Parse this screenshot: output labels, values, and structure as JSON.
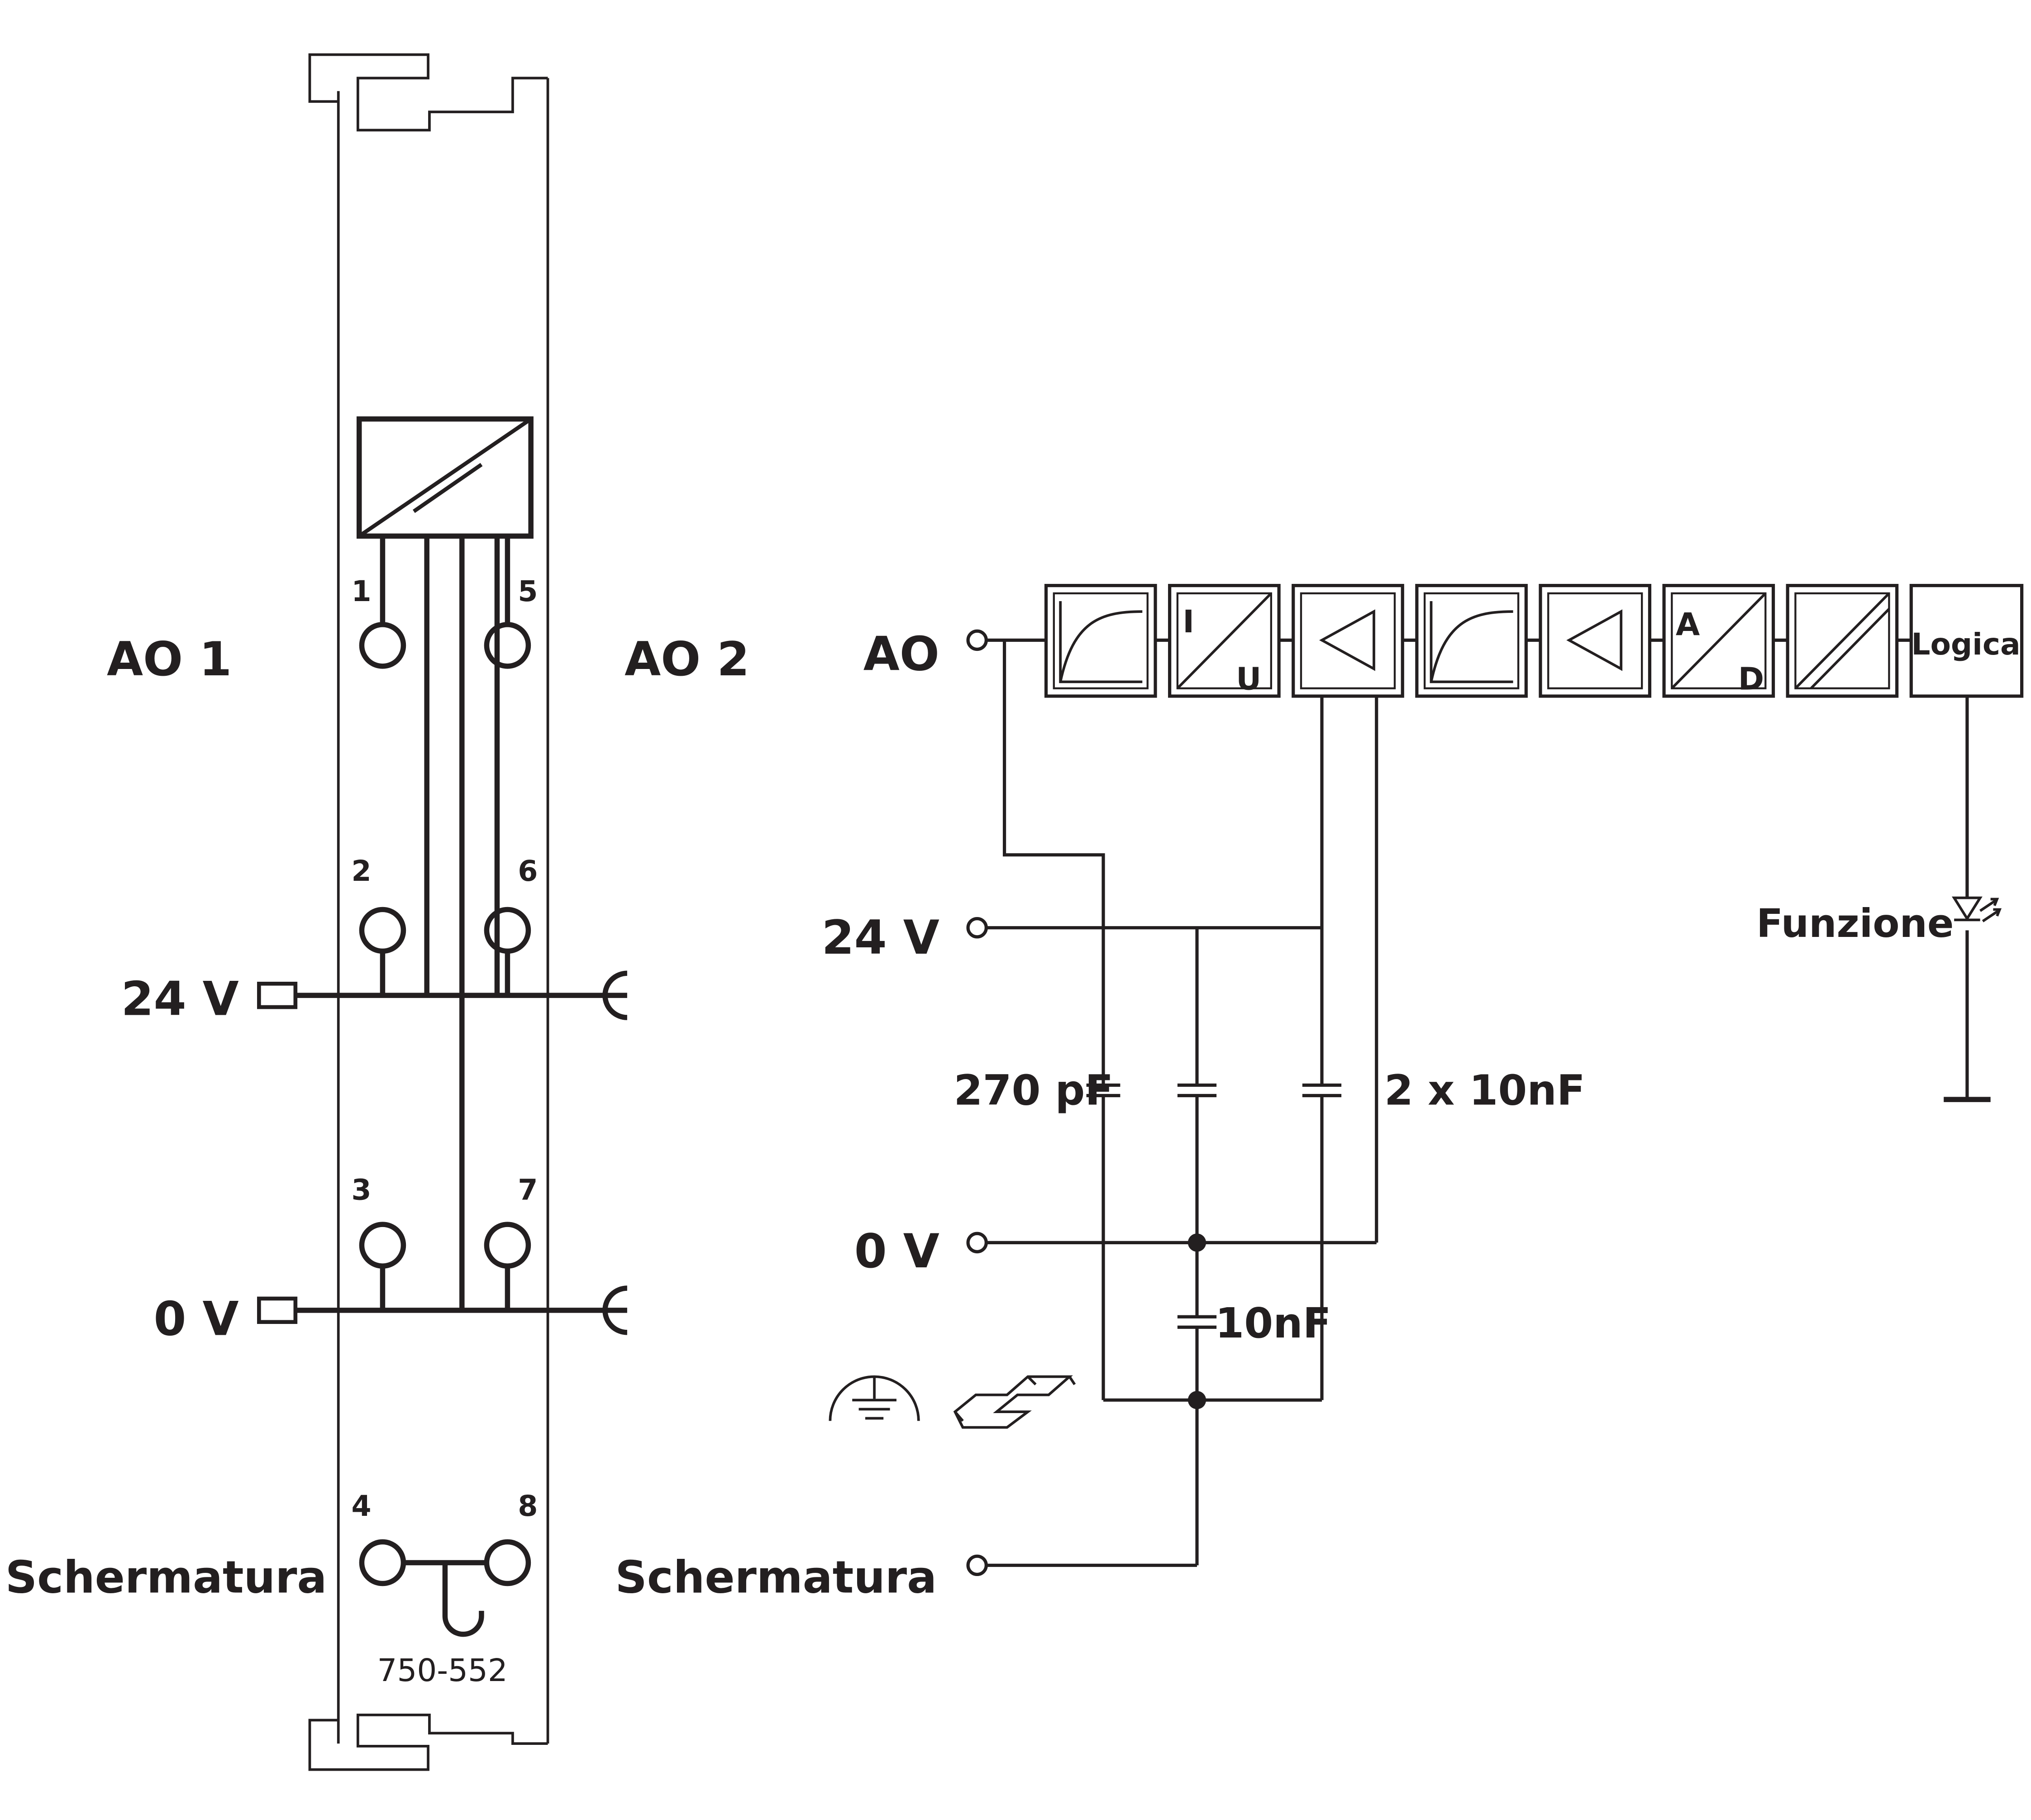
{
  "module": {
    "part_number": "750-552",
    "channel_left": "AO 1",
    "channel_right": "AO 2",
    "supply_label": "24 V",
    "ground_label": "0 V",
    "shield_label": "Schermatura",
    "terminals": [
      "1",
      "2",
      "3",
      "4",
      "5",
      "6",
      "7",
      "8"
    ]
  },
  "schematic": {
    "ao_label": "AO",
    "supply_label": "24 V",
    "ground_label": "0 V",
    "shield_label": "Schermatura",
    "blocks": {
      "iu_top": "I",
      "iu_bottom": "U",
      "ad_top": "A",
      "ad_bottom": "D",
      "logic": "Logica"
    },
    "capacitors": {
      "c1": "270 pF",
      "c2": "2 x 10nF",
      "c3": "10nF"
    },
    "led_label": "Funzione"
  }
}
